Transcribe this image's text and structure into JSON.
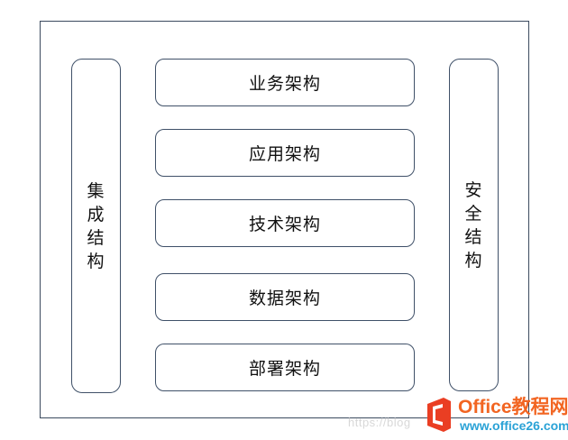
{
  "diagram": {
    "left_column": {
      "label": "集成结构",
      "chars": [
        "集",
        "成",
        "结",
        "构"
      ]
    },
    "right_column": {
      "label": "安全结构",
      "chars": [
        "安",
        "全",
        "结",
        "构"
      ]
    },
    "layers": [
      "业务架构",
      "应用架构",
      "技术架构",
      "数据架构",
      "部署架构"
    ]
  },
  "watermark": {
    "text": "https://blog",
    "brand": "Office教程网",
    "url": "www.office26.com"
  }
}
